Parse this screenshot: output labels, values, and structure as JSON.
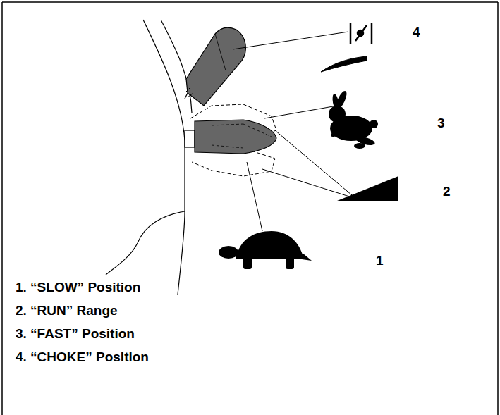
{
  "diagram": {
    "labels": [
      "4",
      "3",
      "2",
      "1",
      "1. “SLOW” Position",
      "2. “RUN” Range",
      "3. “FAST” Position",
      "4. “CHOKE” Position"
    ]
  }
}
